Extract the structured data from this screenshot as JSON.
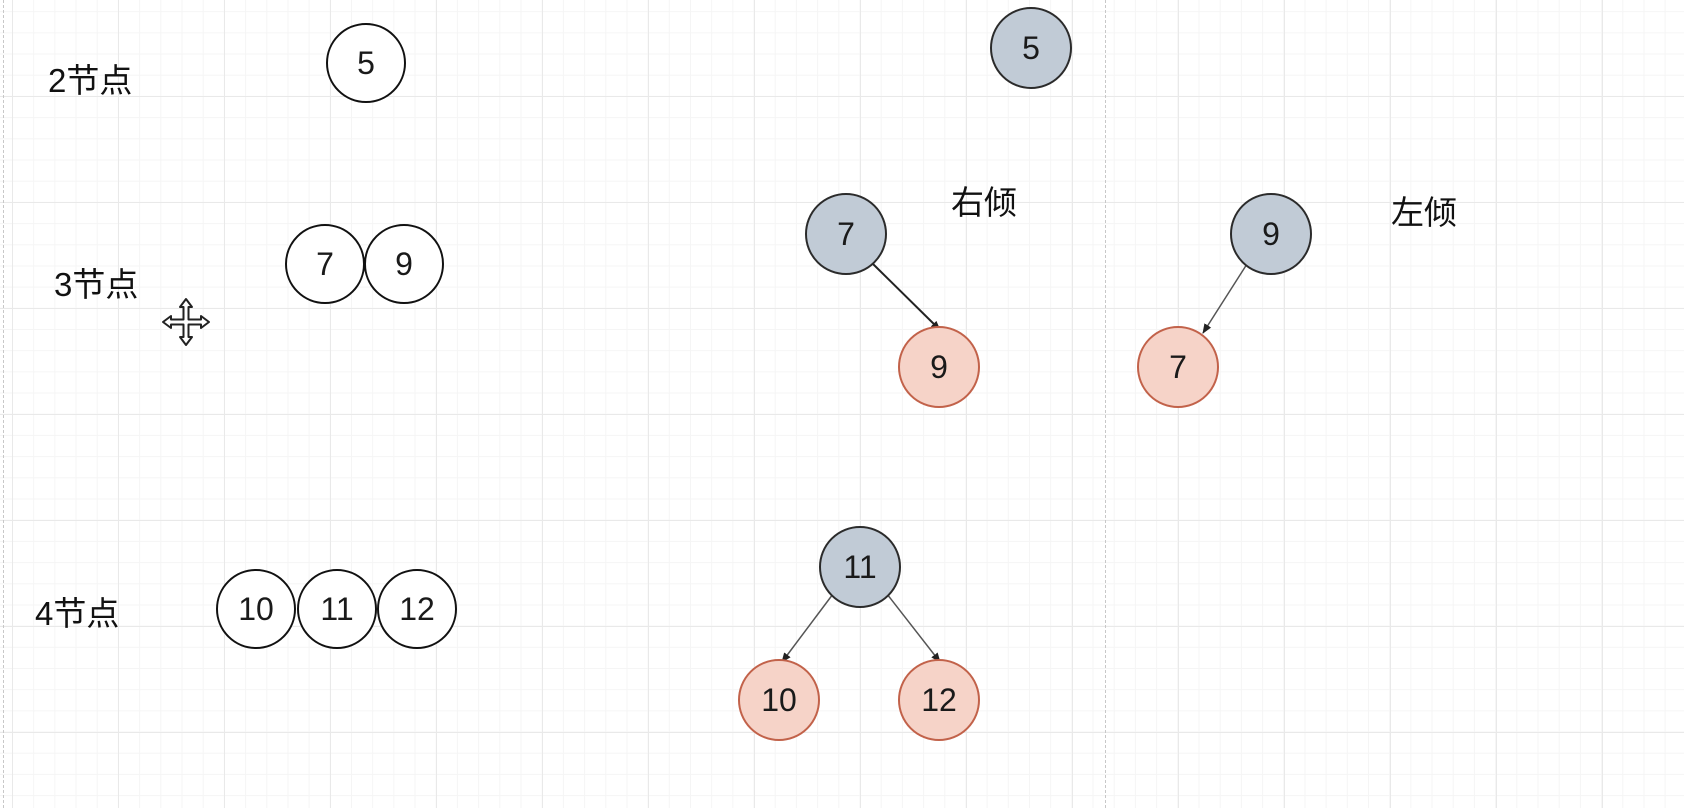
{
  "labels": {
    "two_node": "2节点",
    "three_node": "3节点",
    "four_node": "4节点",
    "right_lean": "右倾",
    "left_lean": "左倾"
  },
  "two_node_tree": {
    "key": "5"
  },
  "three_node_tree": {
    "keys": [
      "7",
      "9"
    ]
  },
  "four_node_tree": {
    "keys": [
      "10",
      "11",
      "12"
    ]
  },
  "single_node": {
    "key": "5"
  },
  "right_leaning": {
    "parent": "7",
    "child": "9"
  },
  "left_leaning": {
    "parent": "9",
    "child": "7"
  },
  "split": {
    "parent": "11",
    "left": "10",
    "right": "12"
  },
  "colors": {
    "black_node_fill": "#c1cbd6",
    "red_node_fill": "#f6d3c8",
    "red_node_border": "#c2624a"
  },
  "icons": {
    "cursor": "move-cursor-icon"
  }
}
